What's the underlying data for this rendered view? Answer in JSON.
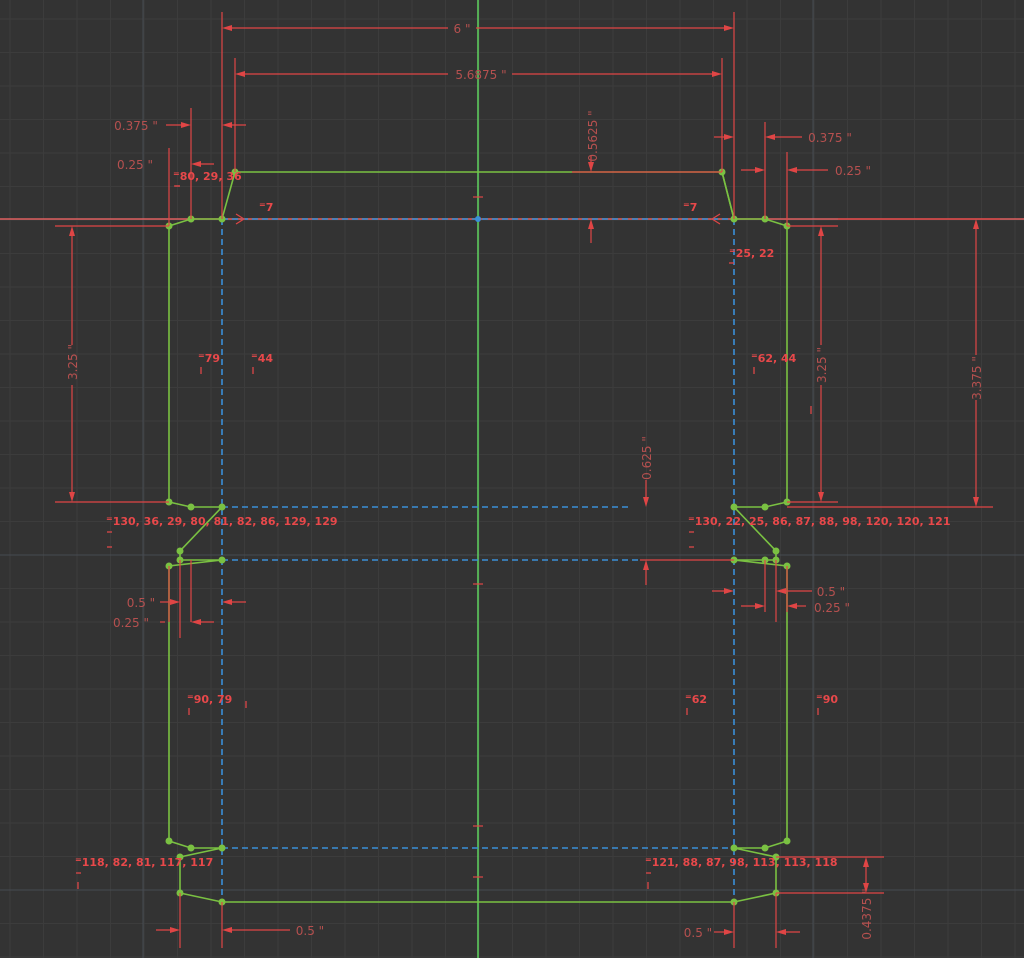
{
  "colors": {
    "background": "#333333",
    "sketch": "#7ac142",
    "construction": "#3a8fd8",
    "dimension": "#e04545",
    "constraint_text": "#e8484a",
    "axis_vertical": "#5fd35f",
    "axis_horizontal": "#e06060"
  },
  "dimensions": {
    "top_width": "6 \"",
    "inner_width": "5.6875 \"",
    "left_offset_0375": "0.375 \"",
    "left_offset_025": "0.25 \"",
    "right_offset_0375": "0.375 \"",
    "right_offset_025": "0.25 \"",
    "top_height": "0.5625 \"",
    "left_height": "3.25 \"",
    "right_inner_height": "3.25 \"",
    "right_outer_height": "3.375 \"",
    "mid_height": "0.625 \"",
    "mid_left_05": "0.5 \"",
    "mid_left_025": "0.25 \"",
    "mid_right_05": "0.5 \"",
    "mid_right_025": "0.25 \"",
    "bottom_left_05": "0.5 \"",
    "bottom_right_05": "0.5 \"",
    "bottom_height": "0.4375 \""
  },
  "constraints": {
    "c_top_left": "80, 29, 36",
    "c_eq7_left": "7",
    "c_eq7_right": "7",
    "c_25_22": "25, 22",
    "c_79": "79",
    "c_44": "44",
    "c_62_44": "62, 44",
    "c_mid_left": "130, 36, 29, 80, 81, 82, 86, 129, 129",
    "c_mid_right": "130, 22, 25, 86, 87, 88, 98, 120, 120, 121",
    "c_90_79": "90, 79",
    "c_62": "62",
    "c_90": "90",
    "c_bottom_left": "118, 82, 81, 117, 117",
    "c_bottom_right": "121, 88, 87, 98, 113, 113, 118"
  },
  "constraint_symbol": "="
}
